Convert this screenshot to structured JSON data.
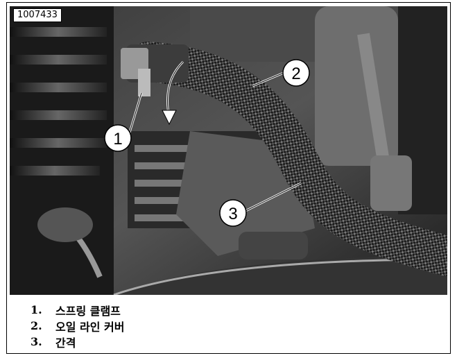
{
  "figure": {
    "id": "1007433",
    "callouts": [
      {
        "number": "1"
      },
      {
        "number": "2"
      },
      {
        "number": "3"
      }
    ]
  },
  "legend": [
    {
      "number": "1.",
      "text": "스프링 클램프"
    },
    {
      "number": "2.",
      "text": "오일 라인 커버"
    },
    {
      "number": "3.",
      "text": "간격"
    }
  ]
}
